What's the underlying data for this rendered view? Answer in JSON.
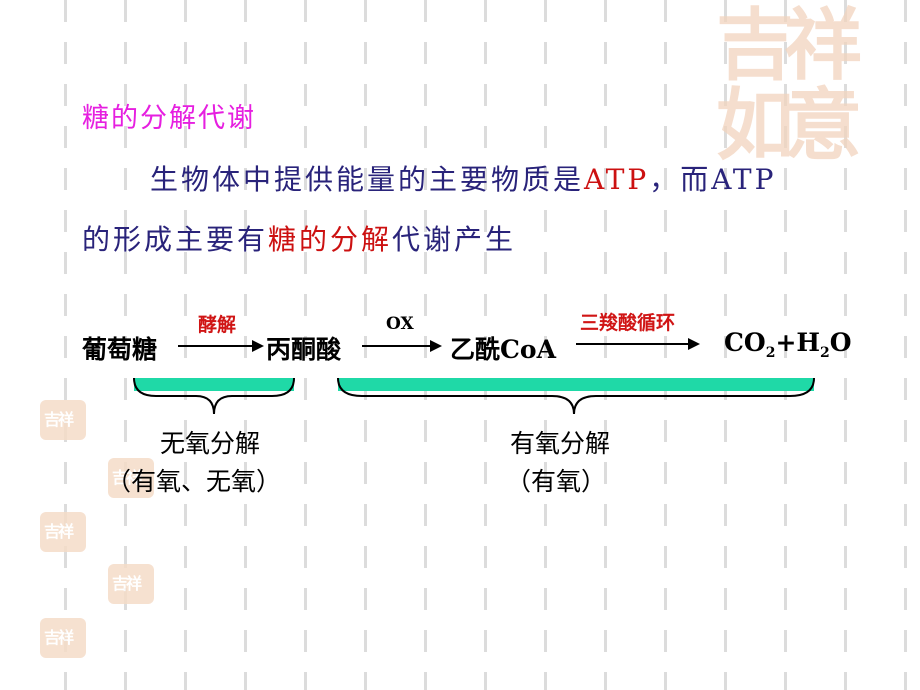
{
  "heading": "糖的分解代谢",
  "paragraph": {
    "line1_a": "生物体中提供能量的主要物质是",
    "line1_atp1": "ATP",
    "line1_b": "，而ATP",
    "line2_a": "的形成主要有",
    "line2_red": "糖的分解",
    "line2_b": "代谢产生"
  },
  "pathway": {
    "glucose": "葡萄糖",
    "step1_label": "酵解",
    "pyruvate": "丙酮酸",
    "step2_label": "OX",
    "acetyl_a": "乙酰",
    "acetyl_b": "CoA",
    "step3_label": "三羧酸循环",
    "product_co": "CO",
    "product_sub2": "2",
    "product_plus_h": "+H",
    "product_sub2b": "2",
    "product_o": "O"
  },
  "anaerobic": {
    "title": "无氧分解",
    "note": "（有氧、无氧）"
  },
  "aerobic": {
    "title": "有氧分解",
    "note": "（有氧）"
  },
  "watermark_text": "吉祥如意",
  "colors": {
    "heading": "#e61fe0",
    "text": "#29237a",
    "highlight": "#cc1111",
    "bar": "#1fd9a7"
  }
}
